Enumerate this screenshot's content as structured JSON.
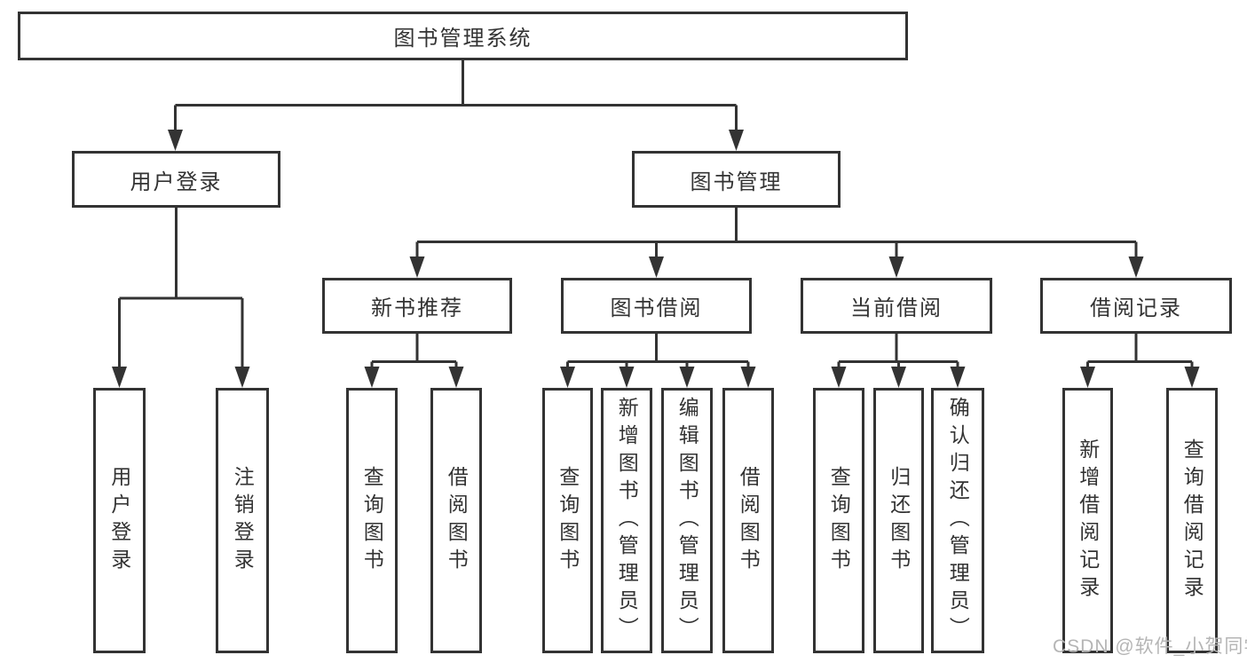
{
  "diagram_title": "图书管理系统",
  "tree": {
    "root": {
      "label": "图书管理系统"
    },
    "level2": [
      {
        "label": "用户登录"
      },
      {
        "label": "图书管理"
      }
    ],
    "level3": [
      {
        "label": "新书推荐",
        "parent": "图书管理"
      },
      {
        "label": "图书借阅",
        "parent": "图书管理"
      },
      {
        "label": "当前借阅",
        "parent": "图书管理"
      },
      {
        "label": "借阅记录",
        "parent": "图书管理"
      }
    ],
    "leaves": [
      {
        "label": "用户登录",
        "parent": "用户登录"
      },
      {
        "label": "注销登录",
        "parent": "用户登录"
      },
      {
        "label": "查询图书",
        "parent": "新书推荐"
      },
      {
        "label": "借阅图书",
        "parent": "新书推荐"
      },
      {
        "label": "查询图书",
        "parent": "图书借阅"
      },
      {
        "label": "新增图书（管理员）",
        "parent": "图书借阅"
      },
      {
        "label": "编辑图书（管理员）",
        "parent": "图书借阅"
      },
      {
        "label": "借阅图书",
        "parent": "图书借阅"
      },
      {
        "label": "查询图书",
        "parent": "当前借阅"
      },
      {
        "label": "归还图书",
        "parent": "当前借阅"
      },
      {
        "label": "确认归还（管理员）",
        "parent": "当前借阅"
      },
      {
        "label": "新增借阅记录",
        "parent": "借阅记录"
      },
      {
        "label": "查询借阅记录",
        "parent": "借阅记录"
      }
    ]
  },
  "watermark": "CSDN @软件_小贺同学",
  "colors": {
    "line": "#333333",
    "text": "#333333",
    "box_background": "#ffffff",
    "page_background": "#ffffff",
    "watermark": "#b5b5b5"
  }
}
